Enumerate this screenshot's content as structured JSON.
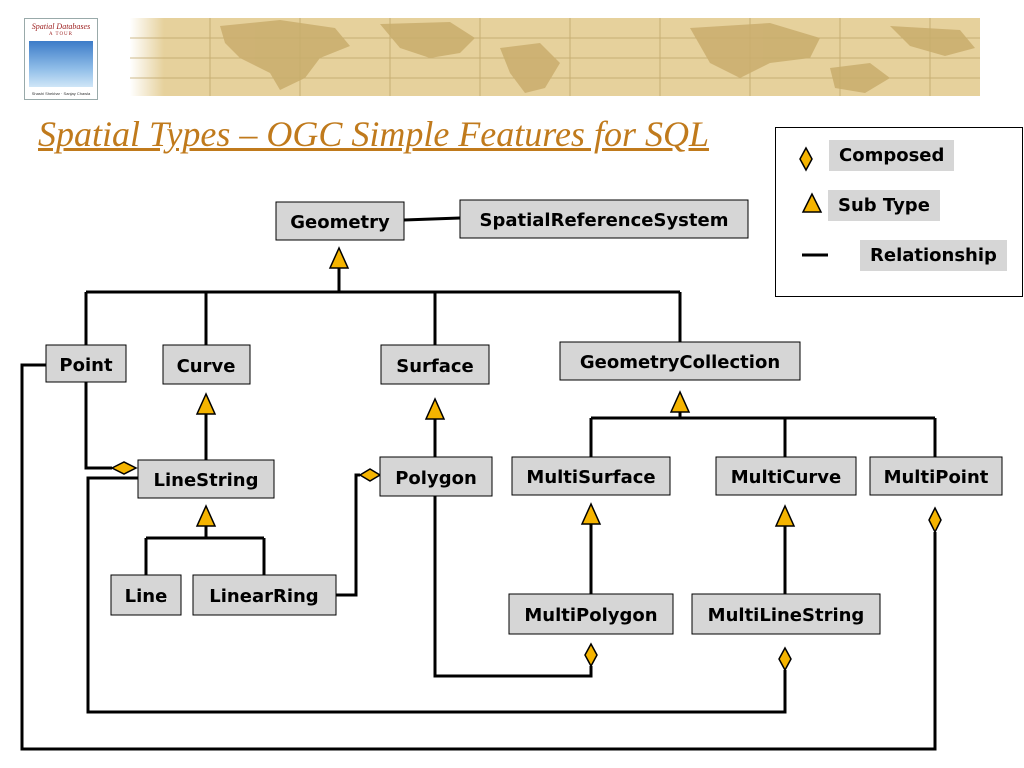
{
  "title": "Spatial Types – OGC Simple Features for SQL",
  "book": {
    "title": "Spatial Databases",
    "subtitle": "A TOUR",
    "authors": "Shashi Shekhar · Sanjay Chawla"
  },
  "legend": {
    "composed": "Composed",
    "subtype": "Sub  Type",
    "relationship": "Relationship"
  },
  "nodes": {
    "geometry": "Geometry",
    "srs": "SpatialReferenceSystem",
    "point": "Point",
    "curve": "Curve",
    "surface": "Surface",
    "geometry_collection": "GeometryCollection",
    "linestring": "LineString",
    "polygon": "Polygon",
    "multisurface": "MultiSurface",
    "multicurve": "MultiCurve",
    "multipoint": "MultiPoint",
    "line": "Line",
    "linearring": "LinearRing",
    "multipolygon": "MultiPolygon",
    "multilinestring": "MultiLineString"
  },
  "colors": {
    "title": "#c07a1c",
    "node_fill": "#d6d6d6",
    "marker_fill": "#f5b400",
    "banner": "#e6d19c"
  }
}
